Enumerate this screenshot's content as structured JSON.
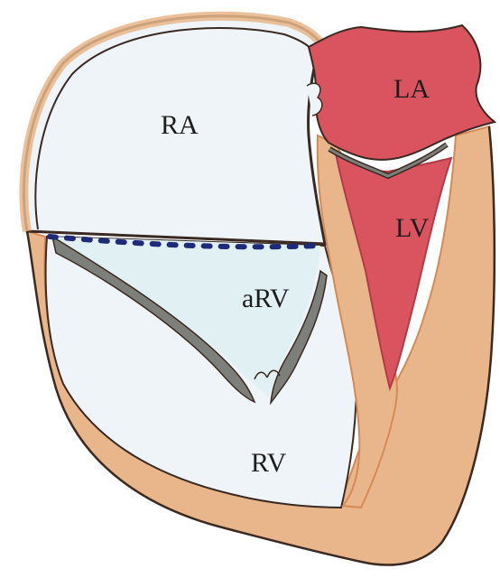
{
  "diagram": {
    "labels": {
      "ra": "RA",
      "la": "LA",
      "lv": "LV",
      "arv": "aRV",
      "rv": "RV"
    },
    "colors": {
      "outline": "#3a2a22",
      "myocardium": "#e8b68a",
      "myocardium_edge": "#d58a55",
      "right_chamber_fill": "#eef4f7",
      "atrialized_rv_fill": "#e1f0f3",
      "left_chamber_fill": "#d9545f",
      "left_chamber_edge": "#b43a48",
      "valve_leaflet": "#7d7f7a",
      "dotted_line": "#1f2a7a",
      "label_text": "#1d1d1d"
    }
  }
}
